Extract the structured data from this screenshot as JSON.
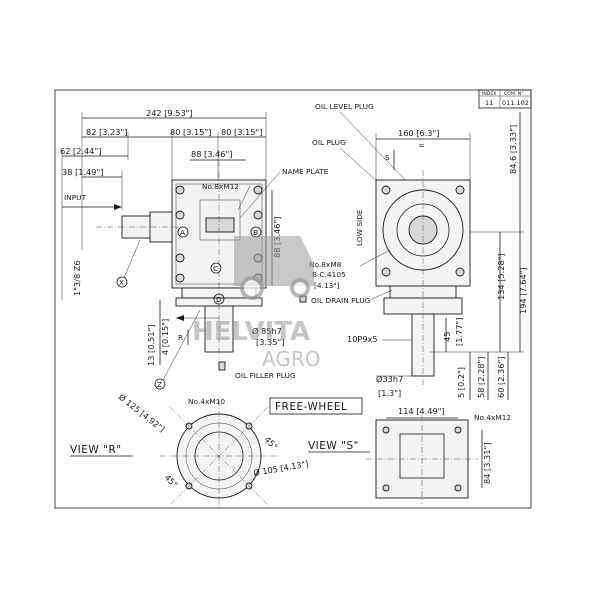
{
  "index_box": {
    "index_header": "INDEX",
    "com_header": "COM. N°",
    "index_value": "11",
    "com_value": "011.102"
  },
  "dimensions": {
    "width_242": "242 [9.53\"]",
    "seg_82": "82 [3.23\"]",
    "seg_80a": "80 [3.15\"]",
    "seg_80b": "80 [3.15\"]",
    "dim_62": "62 [2.44\"]",
    "dim_88_top": "88 [3.46\"]",
    "dim_38": "38 [1.49\"]",
    "dim_88_side": "88 [3.46\"]",
    "spline": "1\"3/8 Z6",
    "dim_13": "13 [0.51\"]",
    "dim_4": "4 [0.15\"]",
    "dia_85": "Ø 85h7",
    "dia_85_in": "[3.35\"]",
    "dim_160": "160 [6.3\"]",
    "dim_84_6": "84.6 [3.33\"]",
    "dim_134": "134 [5.28\"]",
    "dim_194": "194 [7.64\"]",
    "dim_45": "45",
    "dim_45_in": "[1.77\"]",
    "key": "10P9x5",
    "dia_33": "Ø33h7",
    "dia_33_in": "[1.3\"]",
    "dim_5": "5 [0.2\"]",
    "dim_58": "58 [2.28\"]",
    "dim_60": "60 [2.36\"]",
    "dia_125": "Ø 125 [4.92\"]",
    "dia_105": "Ø 105 [4.13\"]",
    "angle_a": "45°",
    "angle_b": "45°",
    "dim_114": "114 [4.49\"]",
    "dim_84": "84 [3.31\"]",
    "eq": "="
  },
  "labels": {
    "oil_level_plug": "OIL LEVEL PLUG",
    "oil_plug": "OIL PLUG",
    "name_plate": "NAME PLATE",
    "input": "INPUT",
    "low_side": "LOW SIDE",
    "bolts_r": "No.8xM12",
    "bolts_s1": "No.8xM8",
    "bolts_s2": "B.C.4105",
    "bolts_s3": "[4.13\"]",
    "oil_drain_plug": "OIL DRAIN PLUG",
    "oil_filler_plug": "OIL FILLER PLUG",
    "free_wheel": "FREE-WHEEL",
    "view_r": "VIEW \"R\"",
    "view_s": "VIEW \"S\"",
    "bolts_view_r": "No.4xM10",
    "bolts_view_s": "No.4xM12",
    "r_arrow": "R",
    "s_arrow": "S",
    "mark_a": "A",
    "mark_b": "B",
    "mark_c": "C",
    "mark_d": "D",
    "mark_x": "X",
    "mark_z": "Z"
  },
  "watermark": {
    "line1": "HELVITA",
    "line2": "AGRO"
  }
}
